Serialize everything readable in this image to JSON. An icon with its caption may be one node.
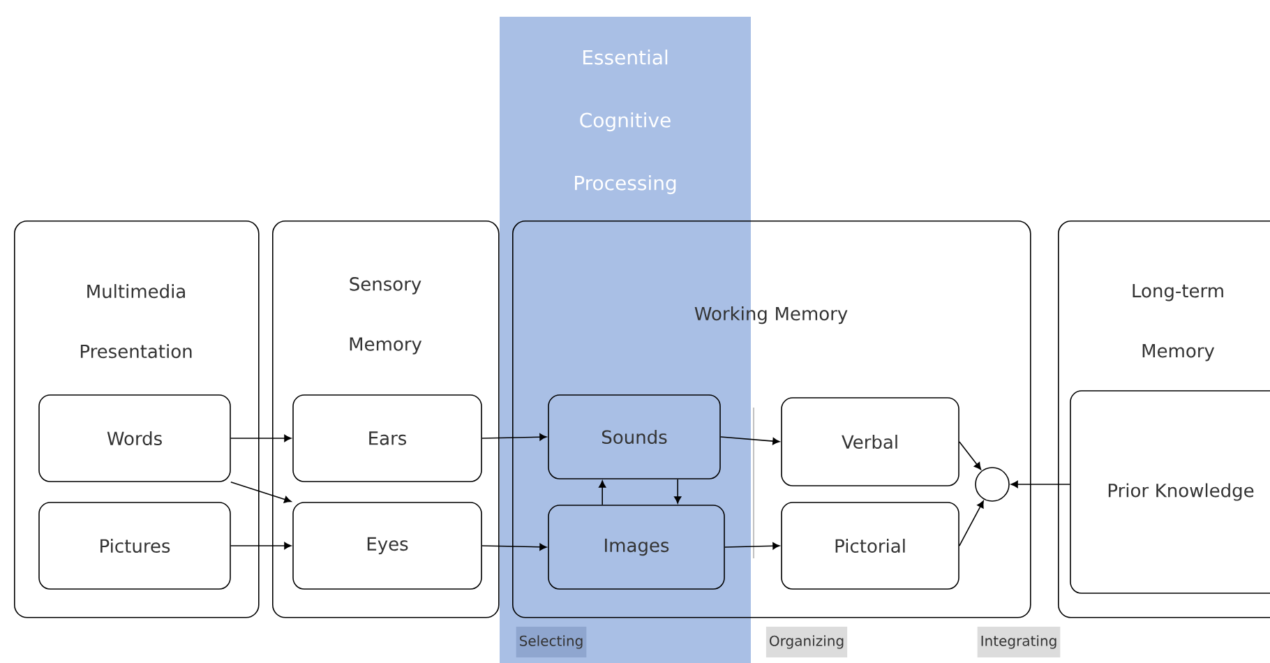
{
  "diagram": {
    "nodes": [
      {
        "text": [
          "Multimedia Presentation"
        ]
      },
      {
        "text": [
          "Words"
        ],
        "in": 0
      },
      {
        "text": [
          "Pictures"
        ],
        "in": 0
      },
      {
        "text": [
          "Sensory Memory"
        ]
      },
      {
        "text": [
          "Ears"
        ],
        "in": 3
      },
      {
        "text": [
          "Eyes"
        ],
        "in": 3
      },
      {
        "text": [
          "Working Memory"
        ]
      },
      {
        "text": [
          "Sounds"
        ],
        "in": 6
      },
      {
        "text": [
          "Images"
        ],
        "in": 6
      },
      {
        "text": [
          "Verbal"
        ],
        "in": 6
      },
      {
        "text": [
          "Pictorial"
        ],
        "in": 6
      },
      {
        "text": [],
        "shape": "circle",
        "in": 6
      },
      {
        "text": [
          "Long-term Memory"
        ]
      },
      {
        "text": [
          "Prior Knowledge"
        ],
        "in": 12
      }
    ],
    "edges": [
      {
        "from": 1,
        "to": 4,
        "arrow": "to"
      },
      {
        "from": 1,
        "to": 5,
        "arrow": "to"
      },
      {
        "from": 2,
        "to": 5,
        "arrow": "to"
      },
      {
        "from": 4,
        "to": 7,
        "arrow": "to"
      },
      {
        "from": 5,
        "to": 8,
        "arrow": "to"
      },
      {
        "from": 8,
        "to": 7,
        "arrow": "to"
      },
      {
        "from": 7,
        "to": 8,
        "arrow": "to"
      },
      {
        "from": 7,
        "to": 9,
        "arrow": "to"
      },
      {
        "from": 8,
        "to": 10,
        "arrow": "to"
      },
      {
        "from": 9,
        "to": 11,
        "arrow": "to"
      },
      {
        "from": 10,
        "to": 11,
        "arrow": "to"
      },
      {
        "from": 13,
        "to": 11,
        "arrow": "to"
      }
    ],
    "labels": [
      "Essential Cognitive Processing",
      "Selecting",
      "Organizing",
      "Integrating"
    ]
  }
}
